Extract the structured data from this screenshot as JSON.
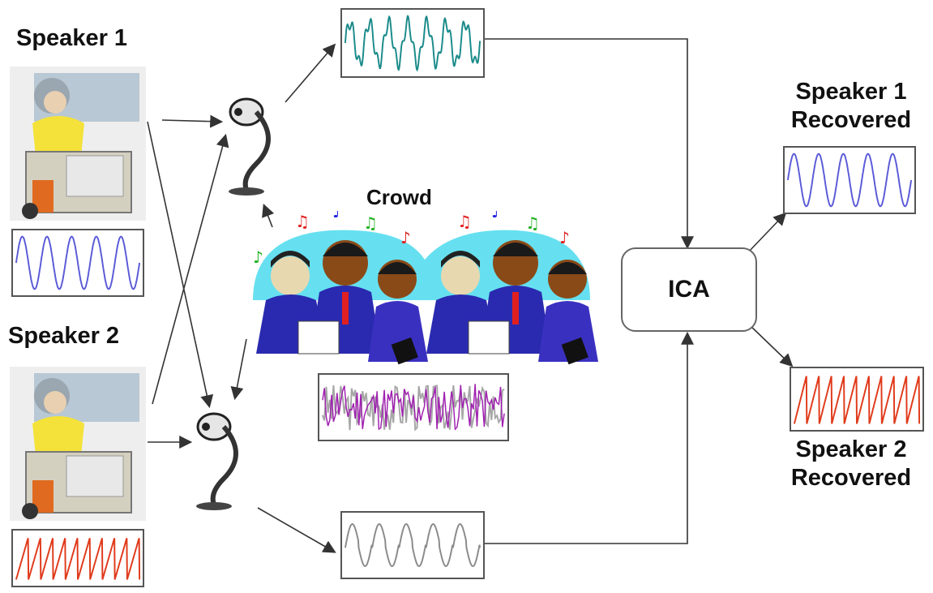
{
  "labels": {
    "speaker1": "Speaker 1",
    "speaker2": "Speaker 2",
    "crowd": "Crowd",
    "ica": "ICA",
    "speaker1_recovered_line1": "Speaker 1",
    "speaker1_recovered_line2": "Recovered",
    "speaker2_recovered_line1": "Speaker 2",
    "speaker2_recovered_line2": "Recovered"
  },
  "colors": {
    "speaker1_wave": "#5a5ad8",
    "speaker2_wave": "#e03a1a",
    "mic1_wave": "#1a8a8a",
    "mic2_wave": "#8a8a8a",
    "crowd_wave_a": "#a6a6a6",
    "crowd_wave_b": "#a020b0",
    "crowd_background": "#66e0f0",
    "arrow": "#333333"
  },
  "icons": [
    "speaker-1-illustration",
    "speaker-2-illustration",
    "microphone-1-icon",
    "microphone-2-icon",
    "crowd-illustration",
    "ica-box"
  ]
}
